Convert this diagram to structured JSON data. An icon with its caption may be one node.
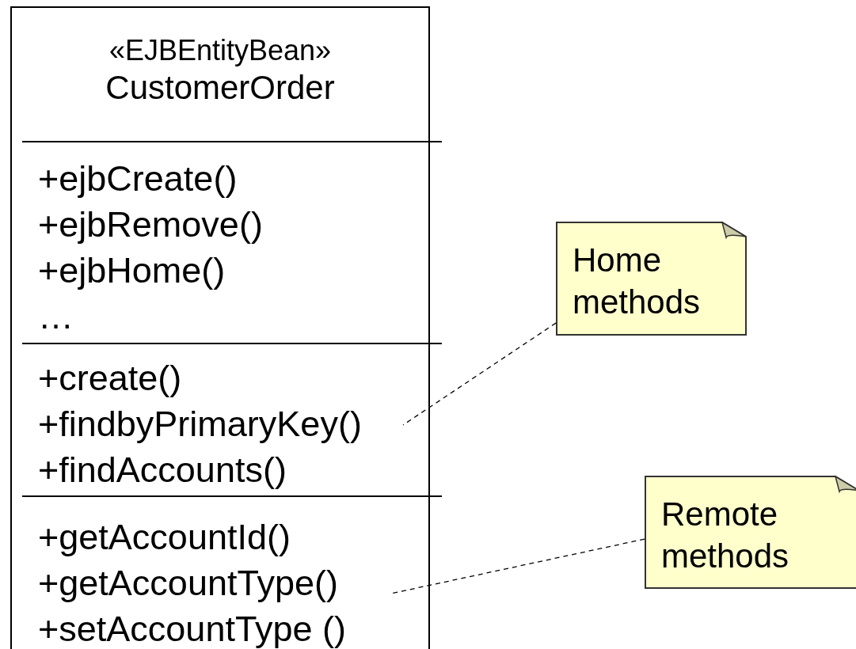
{
  "diagram": {
    "nodes": [
      {
        "text": [
          "«EJBEntityBean»",
          "CustomerOrder"
        ]
      },
      {
        "text": [
          "+ejbCreate()",
          "+ejbRemove()",
          "+ejbHome()",
          "…"
        ],
        "in": 0
      },
      {
        "text": [
          "+create()",
          "+findbyPrimaryKey()",
          "+findAccounts()"
        ],
        "in": 0
      },
      {
        "text": [
          "+getAccountId()",
          "+getAccountType()",
          "+setAccountType ()"
        ],
        "in": 0
      },
      {
        "text": [
          "Home methods"
        ]
      },
      {
        "text": [
          "Remote methods"
        ]
      }
    ],
    "edges": [
      {
        "from": 4,
        "to": 2,
        "arrow": "none",
        "style": "dashed"
      },
      {
        "from": 5,
        "to": 3,
        "arrow": "none",
        "style": "dashed"
      }
    ]
  }
}
